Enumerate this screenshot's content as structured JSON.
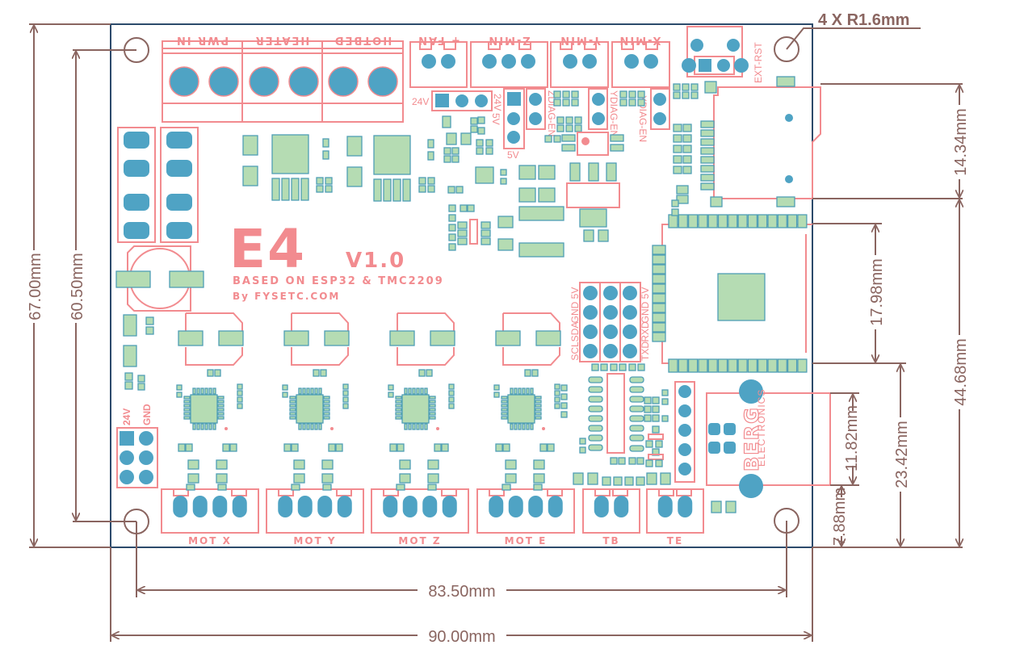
{
  "board": {
    "name": "E4",
    "version": "V1.0",
    "subtitle": "BASED ON ESP32 & TMC2209",
    "byline": "By FYSETC.COM",
    "outline_color": "#2c4a6b",
    "silkscreen_color": "#f28b8f",
    "pad_color": "#b5dcb3",
    "pin_color": "#4fa3c4",
    "dimension_color": "#8a6560"
  },
  "connectors_top": {
    "pwr_in": "PWR IN",
    "heater": "HEATER",
    "hotbed": "HOTBED",
    "fan": "+ FAN",
    "z_min": "Z-MIN",
    "y_min": "Y-MIN",
    "x_min": "X-MIN",
    "ext_rst": "EXT-RST"
  },
  "jumpers": {
    "fan_volt_left": "24V",
    "fan_volt_right": "24V",
    "sel_5v_top": "5V",
    "sel_5v_bottom": "5V",
    "zdiag": "ZDIAG-EN",
    "ydiag": "YDIAG-EN",
    "xdiag": "XDIAG-EN"
  },
  "header_i2c_uart": {
    "left_labels": [
      "5V",
      "GND",
      "SDA",
      "SCL"
    ],
    "right_labels": [
      "5V",
      "GND",
      "RXD",
      "TXD"
    ]
  },
  "power_out": {
    "label_24v": "24V",
    "label_gnd": "GND"
  },
  "connectors_bottom": [
    "MOT X",
    "MOT Y",
    "MOT Z",
    "MOT E",
    "TB",
    "TE"
  ],
  "usb": {
    "brand": "BERG",
    "brand_sub": "ELECTRONICS"
  },
  "dimensions": {
    "hole_spec": "4 X R1.6mm",
    "board_height": "67.00mm",
    "hole_pitch_vertical": "60.50mm",
    "board_width": "90.00mm",
    "hole_pitch_horizontal": "83.50mm",
    "sd_card_height": "14.34mm",
    "esp32_height": "17.98mm",
    "right_stack_height": "44.68mm",
    "esp32_to_bottom": "23.42mm",
    "usb_height": "11.82mm",
    "usb_to_bottom": "7.88mm"
  }
}
